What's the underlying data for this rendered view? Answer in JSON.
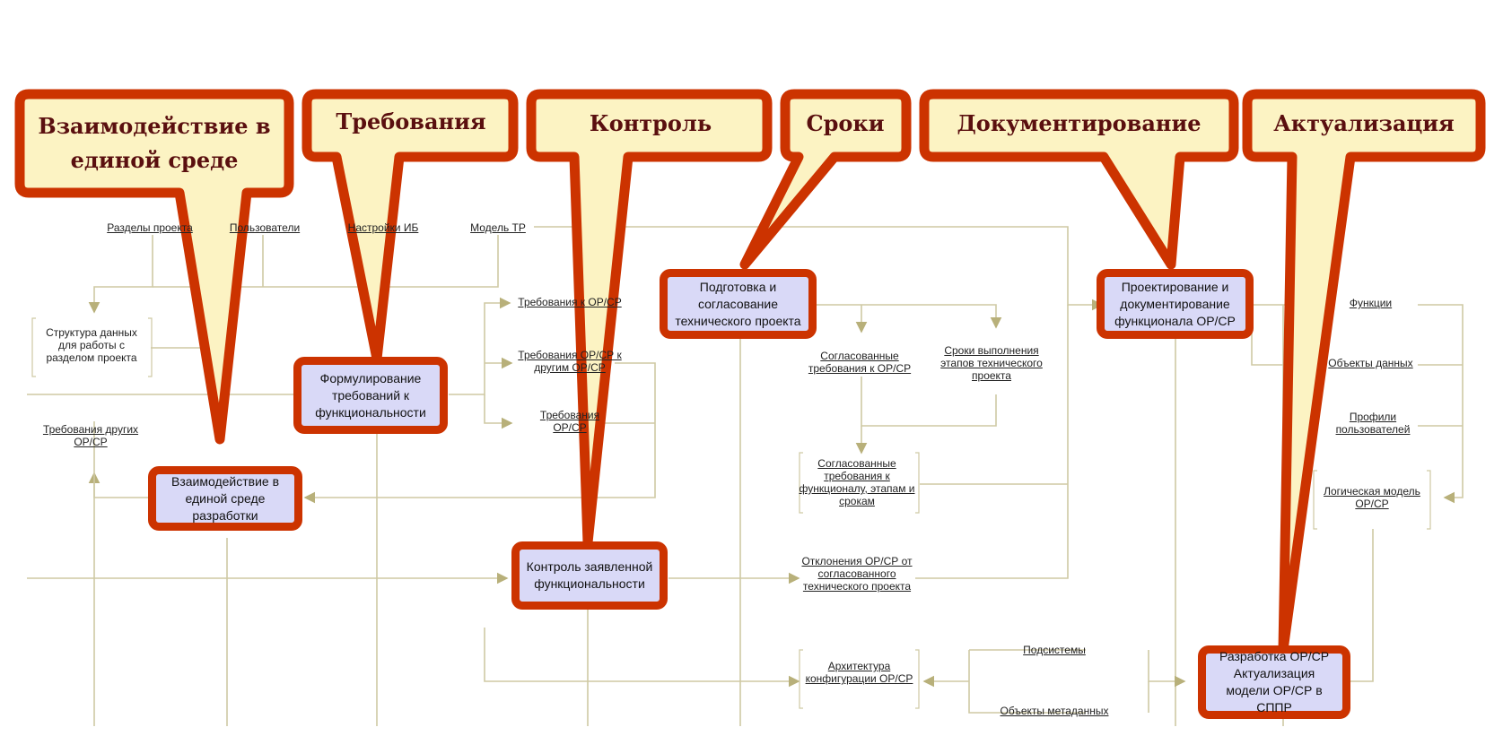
{
  "callouts": {
    "interaction": "Взаимодействие в единой среде",
    "requirements": "Требования",
    "control": "Контроль",
    "terms": "Сроки",
    "documentation": "Документирование",
    "actualization": "Актуализация"
  },
  "processes": {
    "interaction": "Взаимодействие в единой среде разработки",
    "formulate": "Формулирование требований к функциональности",
    "control": "Контроль заявленной функциональности",
    "preparation": "Подготовка и согласование технического проекта",
    "design": "Проектирование и документирование функционала ОР/СР",
    "development": "Разработка ОР/СР Актуализация модели ОР/СР в СППР"
  },
  "labels": {
    "sections": "Разделы проекта",
    "users": "Пользователи",
    "settings": "Настройки ИБ",
    "model": "Модель ТР",
    "structure": "Структура данных для работы с разделом проекта",
    "other_req": "Требования других ОР/СР",
    "req_orsr": "Требования к ОР/СР",
    "req_other": "Требования ОР/СР к другим ОР/СР",
    "req_short": "Требования ОР/СР",
    "agreed_req": "Согласованные требования к ОР/СР",
    "deadlines": "Сроки выполнения этапов технического проекта",
    "agreed_full": "Согласованные требования к функционалу, этапам и срокам",
    "deviations": "Отклонения ОР/СР от согласованного технического проекта",
    "architecture": "Архитектура конфигурации ОР/СР",
    "subsystems": "Подсистемы",
    "metadata": "Объекты метаданных",
    "functions": "Функции",
    "data_objects": "Объекты данных",
    "profiles": "Профили пользователей",
    "logic_model": "Логическая модель ОР/СР"
  },
  "colors": {
    "callout_fill": "#fcf3c3",
    "callout_border": "#cc3300",
    "callout_text": "#5a0f0f",
    "process_fill": "#d9d9f7",
    "process_border": "#cc3300",
    "arrow": "#c8c29a"
  }
}
